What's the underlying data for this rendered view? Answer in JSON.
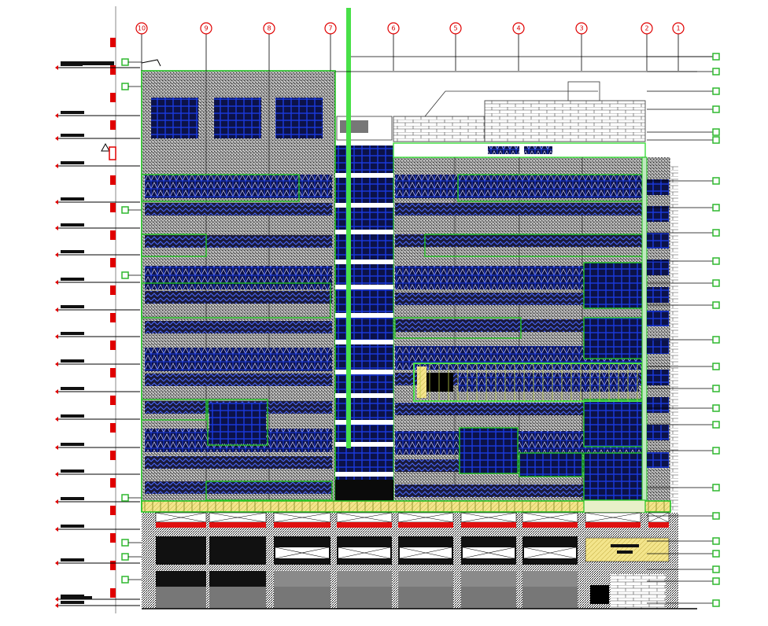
{
  "drawing": {
    "kind": "building-elevation",
    "colors": {
      "facade_fill": "#8a8a8a",
      "glazing": "#1630c8",
      "glazing_dark": "#0a0f3a",
      "outline_green": "#22c322",
      "bright_green": "#48e048",
      "level_red": "#e00000",
      "slab_red": "#e01010",
      "tag_green": "#2fb82f",
      "yellow": "#f2e27a",
      "line_black": "#000000"
    },
    "grid_labels": [
      "10",
      "9",
      "8",
      "7",
      "6",
      "5",
      "4",
      "3",
      "2",
      "1"
    ]
  }
}
